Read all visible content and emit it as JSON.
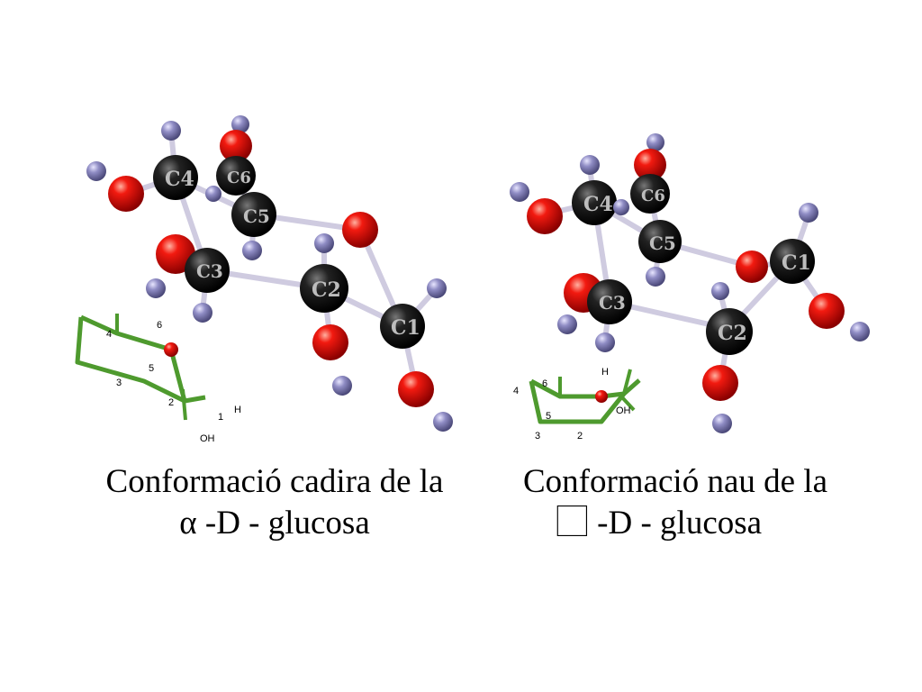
{
  "diagrams": [
    {
      "caption_line1": "Conformació cadira de la",
      "caption_line2": "α -D - glucosa",
      "ring_labels": [
        "4",
        "6",
        "5",
        "3",
        "2",
        "1",
        "H",
        "OH"
      ],
      "carbon_labels": [
        "C4",
        "C6",
        "C5",
        "C3",
        "C2",
        "C1"
      ]
    },
    {
      "caption_line1": "Conformació nau de la",
      "caption_line2": "⃞ -D - glucosa",
      "ring_labels": [
        "H",
        "6",
        "4",
        "OH",
        "5",
        "3",
        "2"
      ],
      "carbon_labels": [
        "C4",
        "C6",
        "C5",
        "C3",
        "C2",
        "C1"
      ]
    }
  ],
  "colors": {
    "carbon": "#111111",
    "oxygen": "#e01010",
    "hydrogen": "#8a88b8",
    "bond": "#cfcbe0",
    "ring": "#4e9a2e"
  }
}
